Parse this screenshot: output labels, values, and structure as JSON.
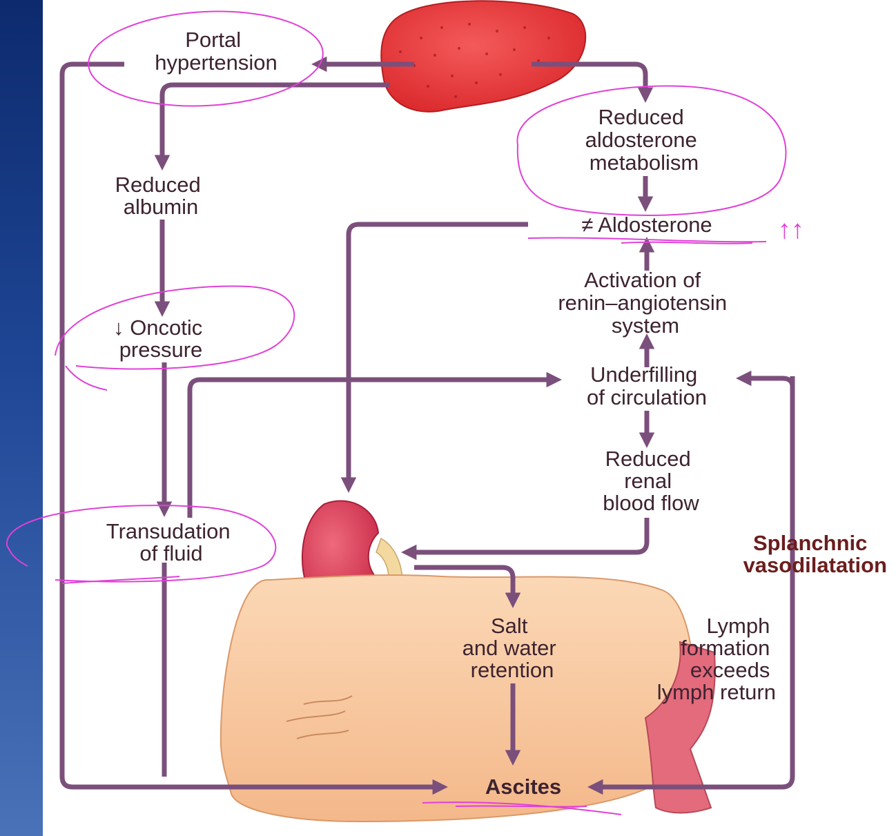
{
  "labels": {
    "portal_hypertension": [
      "Portal",
      "hypertension"
    ],
    "reduced_aldosterone_metabolism": [
      "Reduced",
      "aldosterone",
      "metabolism"
    ],
    "reduced_albumin": [
      "Reduced",
      "albumin"
    ],
    "aldosterone": "≠ Aldosterone",
    "renin_angiotensin": [
      "Activation of",
      "renin–angiotensin",
      "system"
    ],
    "oncotic_pressure": [
      "↓ Oncotic",
      "pressure"
    ],
    "underfilling": [
      "Underfilling",
      "of circulation"
    ],
    "renal_blood_flow": [
      "Reduced",
      "renal",
      "blood flow"
    ],
    "transudation": [
      "Transudation",
      "of fluid"
    ],
    "splanchnic": [
      "Splanchnic",
      "vasodilatation"
    ],
    "salt_water": [
      "Salt",
      "and water",
      "retention"
    ],
    "lymph": [
      "Lymph",
      "formation",
      "exceeds",
      "lymph return"
    ],
    "ascites": "Ascites",
    "annotation_arrows": "↑↑"
  },
  "colors": {
    "arrow": "#7b4f7b",
    "text": "#3d2330",
    "splanchnic_text": "#6b1d1d",
    "pen_annotation": "#e040d8",
    "liver": "#e6383a",
    "kidney": "#d83a55",
    "abdomen": "#f7c9a1",
    "slide_bar": "#1f4796"
  }
}
